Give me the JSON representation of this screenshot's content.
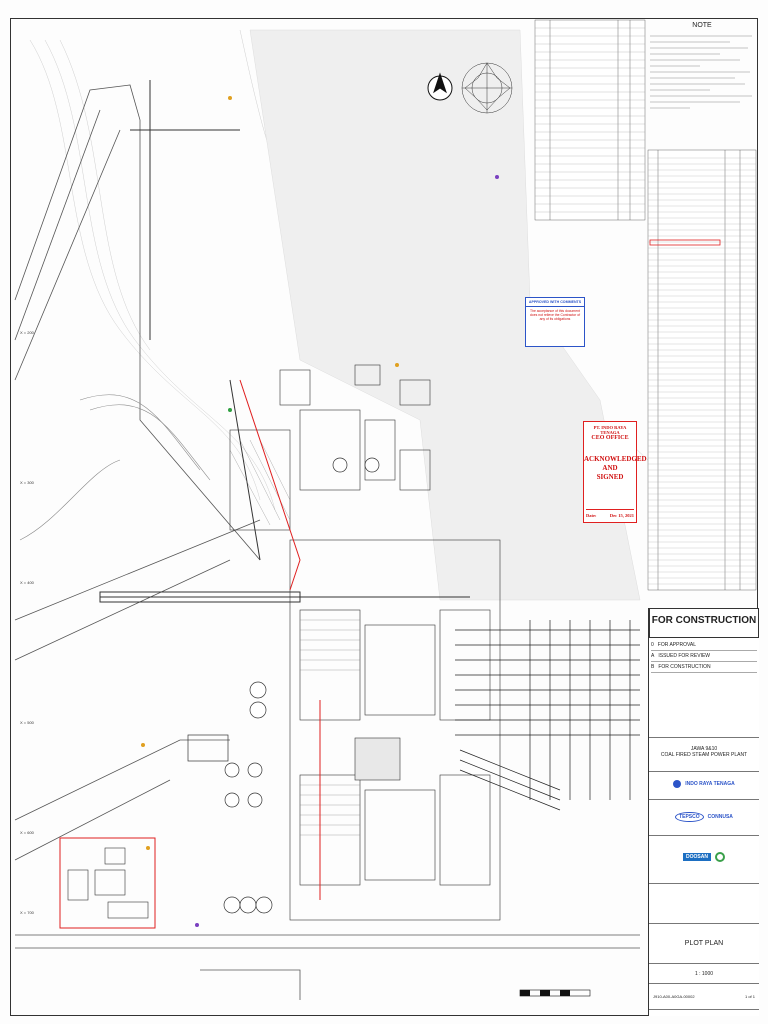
{
  "sheet": {
    "title_block": {
      "status_stamp": "FOR CONSTRUCTION",
      "project_line1": "JAWA 9&10",
      "project_line2": "COAL FIRED STEAM POWER PLANT",
      "owner": "INDO RAYA TENAGA",
      "consultant": "TEPSCO",
      "consultant2": "CONNUSA",
      "contractor": "DOOSAN",
      "drawing_title": "PLOT PLAN",
      "scale": "1 : 1000",
      "drawing_no": "J910-A00-A0GA-00002",
      "sheet_no": "1 of 1"
    },
    "stamp": {
      "company": "PT. INDO RAYA TENAGA",
      "office": "CEO OFFICE",
      "line1": "ACKNOWLEDGED",
      "line2": "AND",
      "line3": "SIGNED",
      "date_label": "Date:",
      "date_value": "Dec 15, 2021"
    },
    "blue_stamp": {
      "title": "APPROVED WITH COMMENTS",
      "note": "The acceptance of this document does not relieve the Contractor of any of its obligations"
    },
    "note_heading": "NOTE",
    "grid_labels": [
      "X = 200",
      "X = 300",
      "X = 400",
      "X = 500",
      "X = 600",
      "X = 700"
    ],
    "revisions": [
      {
        "rev": "0",
        "text": "FOR APPROVAL"
      },
      {
        "rev": "A",
        "text": "ISSUED FOR REVIEW"
      },
      {
        "rev": "B",
        "text": "FOR CONSTRUCTION"
      }
    ]
  }
}
